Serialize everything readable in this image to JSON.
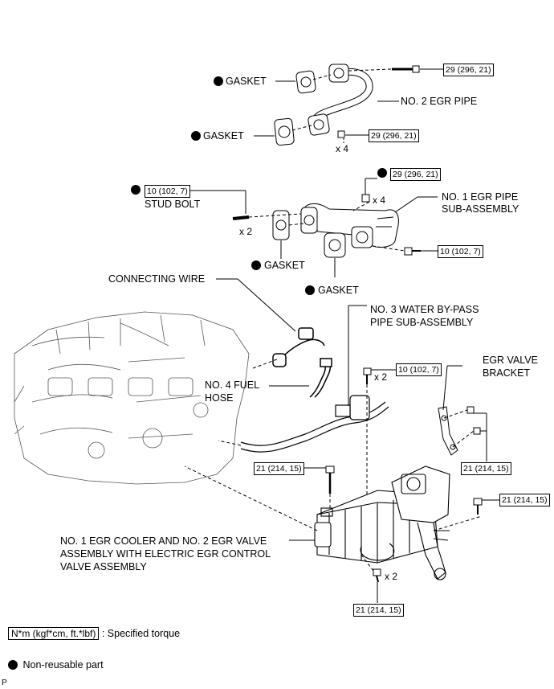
{
  "torque_specs": {
    "t29_a": "29 (296, 21)",
    "t29_b": "29 (296, 21)",
    "t29_c": "29 (296, 21)",
    "t10_a": "10 (102, 7)",
    "t10_b": "10 (102, 7)",
    "t10_c": "10 (102, 7)",
    "t21_a": "21 (214, 15)",
    "t21_b": "21 (214, 15)",
    "t21_c": "21 (214, 15)",
    "t21_d": "21 (214, 15)"
  },
  "parts": {
    "gasket_1": "GASKET",
    "gasket_2": "GASKET",
    "gasket_3": "GASKET",
    "gasket_4": "GASKET",
    "no2_egr_pipe": "NO. 2 EGR PIPE",
    "stud_bolt": "STUD BOLT",
    "no1_egr_pipe_l1": "NO. 1 EGR PIPE",
    "no1_egr_pipe_l2": "SUB-ASSEMBLY",
    "connecting_wire": "CONNECTING WIRE",
    "no3_water_l1": "NO. 3 WATER BY-PASS",
    "no3_water_l2": "PIPE SUB-ASSEMBLY",
    "egr_bracket_l1": "EGR VALVE",
    "egr_bracket_l2": "BRACKET",
    "no4_fuel_l1": "NO. 4 FUEL",
    "no4_fuel_l2": "HOSE",
    "cooler_l1": "NO. 1 EGR COOLER AND NO. 2 EGR VALVE",
    "cooler_l2": "ASSEMBLY WITH ELECTRIC EGR CONTROL",
    "cooler_l3": "VALVE ASSEMBLY"
  },
  "quantities": {
    "q1": "x 4",
    "q2": "x 4",
    "q3": "x 2",
    "q4": "x 2",
    "q5": "x 2"
  },
  "legend": {
    "torque_unit": "N*m (kgf*cm, ft.*lbf)",
    "torque_text": ": Specified torque",
    "nonreusable_text": "Non-reusable part"
  },
  "corner_mark": "P"
}
